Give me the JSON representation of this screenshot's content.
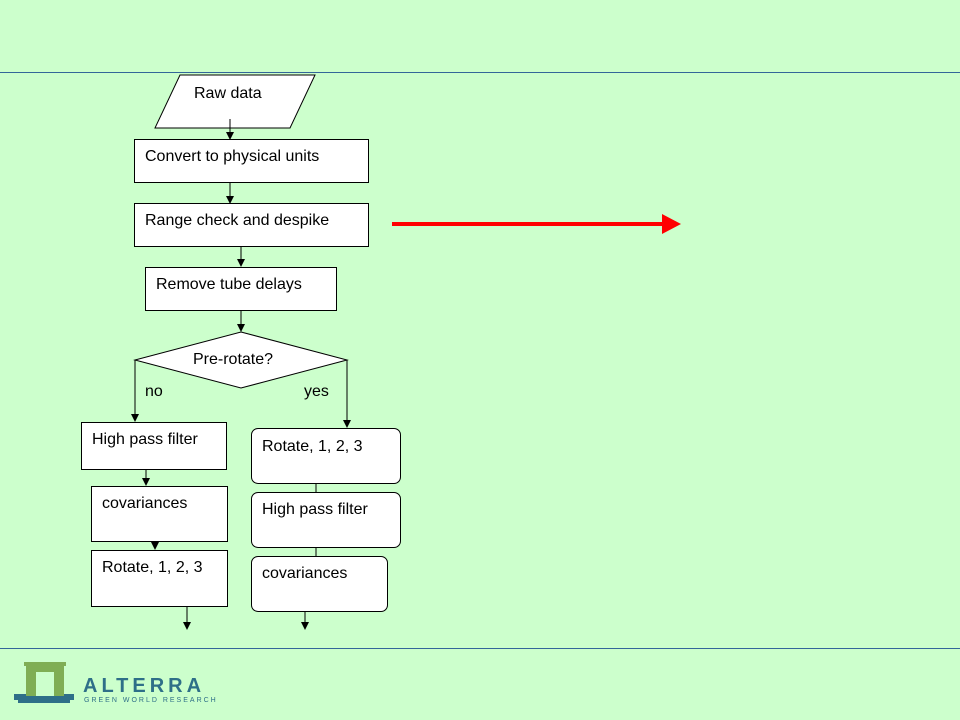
{
  "flowchart": {
    "raw_data": "Raw data",
    "convert": "Convert to physical units",
    "range_check": "Range check and despike",
    "remove_tube": "Remove tube delays",
    "prerotate": "Pre-rotate?",
    "branch_no": "no",
    "branch_yes": "yes",
    "left": {
      "high_pass": "High pass filter",
      "covariances": "covariances",
      "rotate": "Rotate, 1, 2, 3"
    },
    "right": {
      "rotate": "Rotate, 1, 2, 3",
      "high_pass": "High pass filter",
      "covariances": "covariances"
    }
  },
  "logo": {
    "name": "ALTERRA",
    "tagline": "GREEN WORLD RESEARCH"
  },
  "colors": {
    "background": "#ccffcc",
    "rule": "#336699",
    "highlight_arrow": "#ff0000",
    "logo_green": "#7fae54",
    "logo_blue": "#2e6f88"
  }
}
